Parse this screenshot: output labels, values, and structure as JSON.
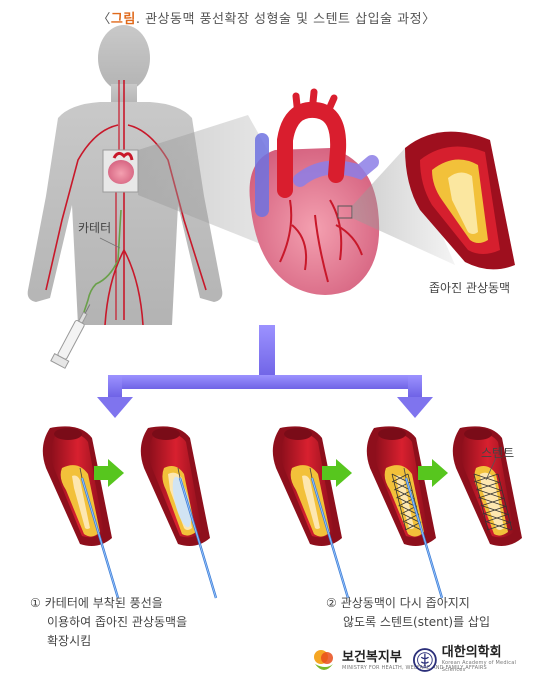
{
  "title": {
    "open": "〈",
    "accent": "그림",
    "rest": ". 관상동맥 풍선확장 성형술 및 스텐트 삽입술 과정",
    "close": "〉"
  },
  "labels": {
    "catheter": "카테터",
    "narrowed_artery": "좁아진 관상동맥",
    "stent": "스텐트"
  },
  "captions": {
    "step1": {
      "num": "①",
      "lines": [
        "카테터에 부착된 풍선을",
        "이용하여 좁아진 관상동맥을",
        "확장시킴"
      ]
    },
    "step2": {
      "num": "②",
      "lines": [
        "관상동맥이 다시 좁아지지",
        "않도록 스텐트(stent)를 삽입"
      ]
    }
  },
  "logos": {
    "ministry": {
      "name": "보건복지부",
      "sub": "MINISTRY FOR HEALTH, WELFARE AND FAMILY AFFAIRS"
    },
    "academy": {
      "name": "대한의학회",
      "sub": "Korean Academy of Medical Sciences"
    }
  },
  "colors": {
    "artery_red": "#c8182a",
    "artery_dark": "#8e0f1c",
    "plaque_yellow": "#f2c13a",
    "flow_arrow_green": "#57c61e",
    "branch_arrow_purple": "#8a7ff0",
    "body_gray": "#bdbdbd",
    "title_accent": "#e06a1c"
  }
}
